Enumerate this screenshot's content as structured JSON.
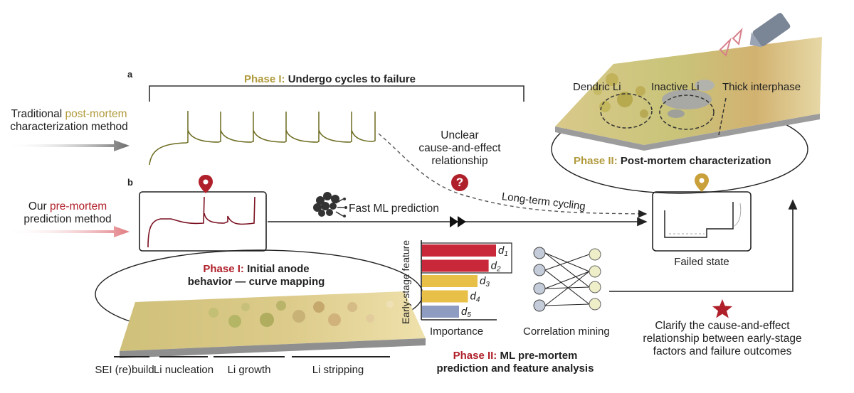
{
  "panel_a_label": "a",
  "panel_b_label": "b",
  "traditional_label": {
    "line1": "Traditional",
    "highlight": "post-mortem",
    "line2": "characterization method"
  },
  "premortem_label": {
    "line1": "Our",
    "highlight": "pre-mortem",
    "line2": "prediction method"
  },
  "phase1_top": {
    "prefix": "Phase I:",
    "text": "Undergo cycles to failure"
  },
  "unclear": [
    "Unclear",
    "cause-and-effect",
    "relationship"
  ],
  "question_mark": "?",
  "long_term": "Long-term cycling",
  "fast_ml": "Fast ML prediction",
  "phase2_top": {
    "prefix": "Phase II:",
    "text": "Post-mortem characterization"
  },
  "sample_labels": {
    "dendric": "Dendric Li",
    "inactive": "Inactive Li",
    "thick": "Thick interphase"
  },
  "failed_state": "Failed state",
  "phase1_bottom": {
    "prefix": "Phase I:",
    "text1": "Initial anode",
    "text2": "behavior — curve mapping"
  },
  "stages": [
    "SEI (re)build",
    "Li nucleation",
    "Li growth",
    "Li stripping"
  ],
  "feature_chart": {
    "ylabel": "Early-stage feature",
    "xlabel": "Importance",
    "bars": [
      {
        "label": "d",
        "sub": "1",
        "value": 1.0,
        "color": "#c8283a"
      },
      {
        "label": "d",
        "sub": "2",
        "value": 0.9,
        "color": "#c8283a"
      },
      {
        "label": "d",
        "sub": "3",
        "value": 0.75,
        "color": "#e8c048"
      },
      {
        "label": "d",
        "sub": "4",
        "value": 0.62,
        "color": "#e8c048"
      },
      {
        "label": "d",
        "sub": "5",
        "value": 0.5,
        "color": "#8d9cc0"
      }
    ]
  },
  "correlation_label": "Correlation mining",
  "phase2_bottom": {
    "prefix": "Phase II:",
    "text1": "ML pre-mortem",
    "text2": "prediction and feature analysis"
  },
  "clarify": [
    "Clarify the cause-and-effect",
    "relationship between early-stage",
    "factors and failure outcomes"
  ],
  "colors": {
    "gold": "#b19a3c",
    "red": "#b0202a",
    "curve_olive": "#6b6a1f",
    "curve_dark_red": "#7a1020"
  }
}
